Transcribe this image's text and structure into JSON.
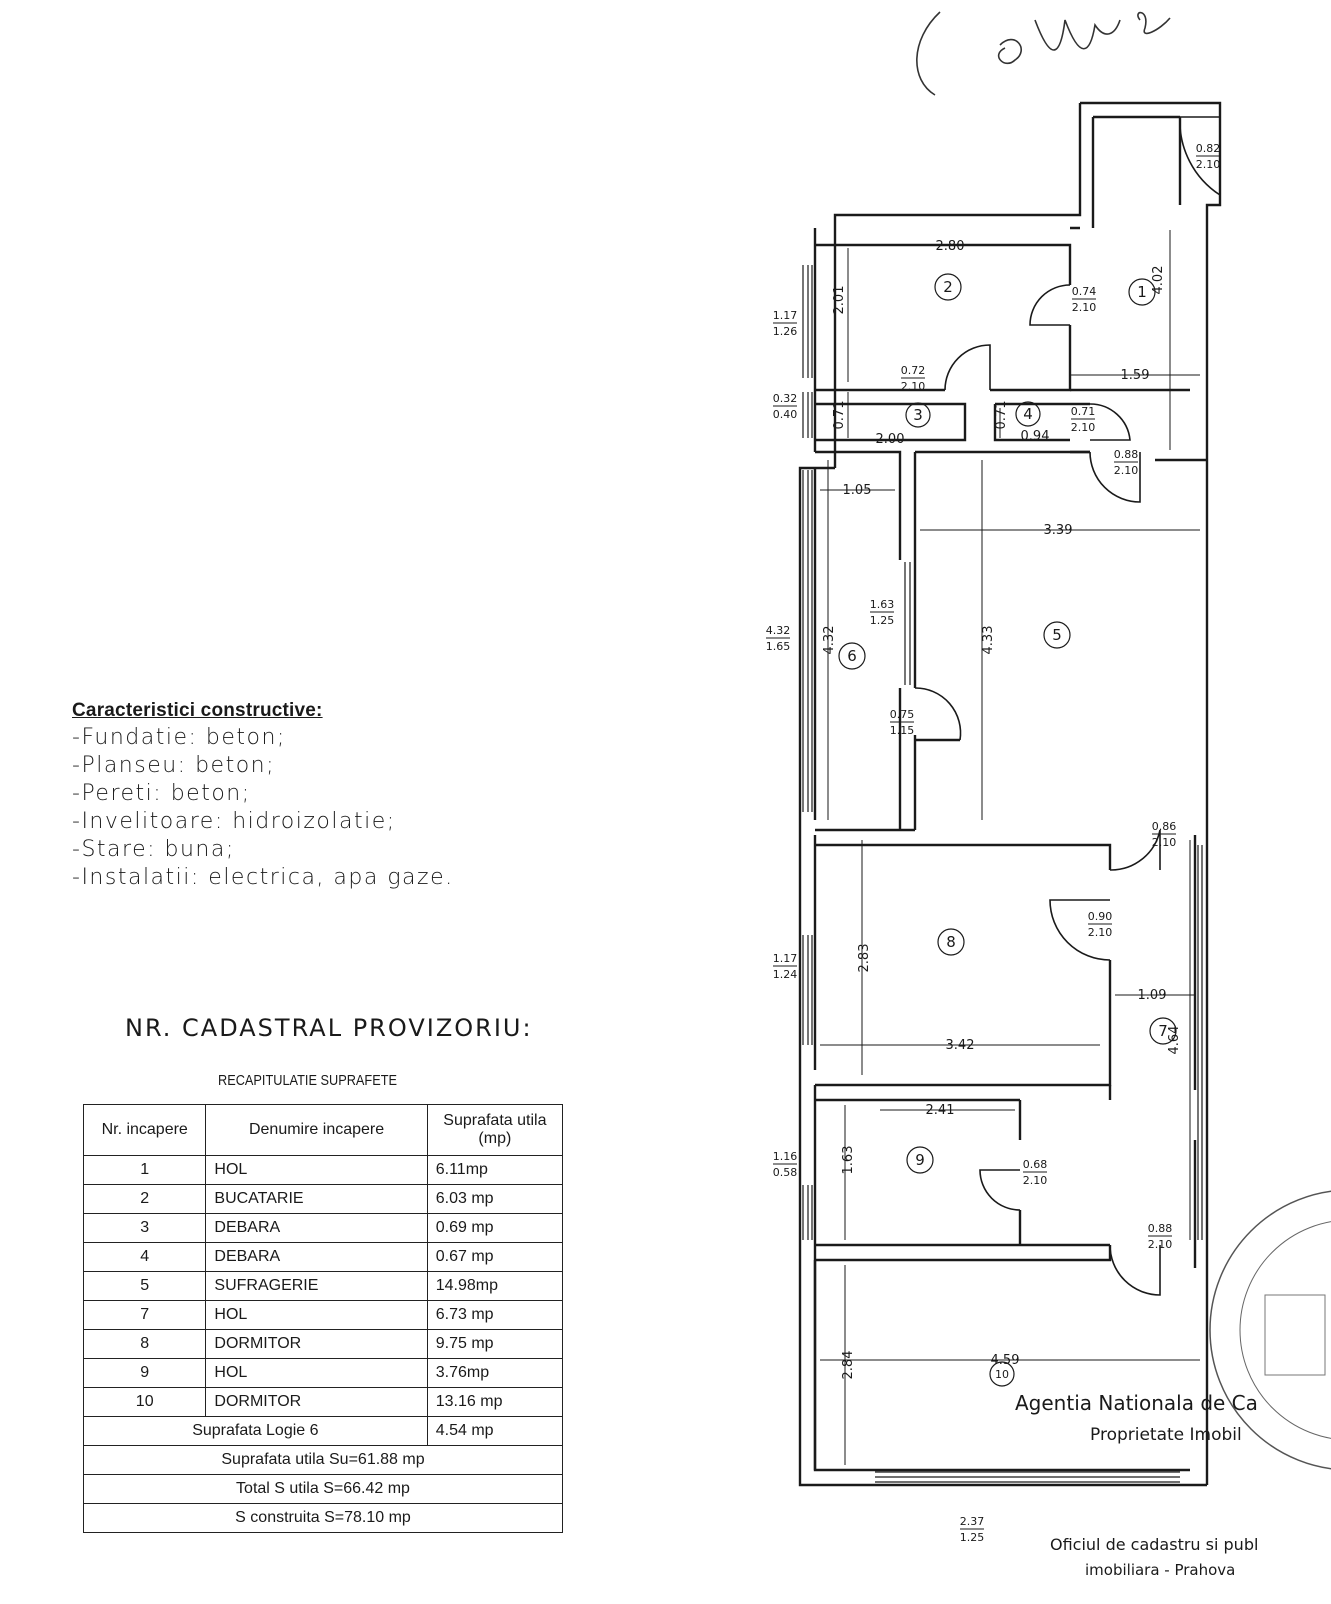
{
  "specs": {
    "title": "Caracteristici constructive:",
    "items": [
      "-Fundatie: beton;",
      "-Planseu: beton;",
      "-Pereti: beton;",
      "-Invelitoare: hidroizolatie;",
      "-Stare: buna;",
      "-Instalatii: electrica, apa gaze."
    ]
  },
  "cadastral": "NR. CADASTRAL PROVIZORIU:",
  "recap_title": "RECAPITULATIE SUPRAFETE",
  "table": {
    "headers": [
      "Nr. incapere",
      "Denumire incapere",
      "Suprafata utila (mp)"
    ],
    "rows": [
      {
        "nr": "1",
        "name": "HOL",
        "area": "6.11mp"
      },
      {
        "nr": "2",
        "name": "BUCATARIE",
        "area": "6.03 mp"
      },
      {
        "nr": "3",
        "name": "DEBARA",
        "area": "0.69 mp"
      },
      {
        "nr": "4",
        "name": "DEBARA",
        "area": "0.67 mp"
      },
      {
        "nr": "5",
        "name": "SUFRAGERIE",
        "area": "14.98mp"
      },
      {
        "nr": "7",
        "name": "HOL",
        "area": "6.73 mp"
      },
      {
        "nr": "8",
        "name": "DORMITOR",
        "area": "9.75 mp"
      },
      {
        "nr": "9",
        "name": "HOL",
        "area": "3.76mp"
      },
      {
        "nr": "10",
        "name": "DORMITOR",
        "area": "13.16 mp"
      }
    ],
    "logie_label": "Suprafata Logie 6",
    "logie_area": "4.54 mp",
    "su": "Suprafata utila Su=61.88 mp",
    "total": "Total S utila     S=66.42 mp",
    "constructed": "S construita   S=78.10 mp"
  },
  "plan": {
    "rooms": [
      "1",
      "2",
      "3",
      "4",
      "5",
      "6",
      "7",
      "8",
      "9",
      "10"
    ],
    "dims": [
      "2.80",
      "4.02",
      "2.01",
      "1.59",
      "0.71",
      "2.00",
      "0.71",
      "0.94",
      "1.05",
      "3.39",
      "4.32",
      "4.33",
      "2.83",
      "3.42",
      "1.09",
      "4.64",
      "2.41",
      "1.63",
      "2.84",
      "4.59"
    ],
    "openings": [
      {
        "top": "0.82",
        "bottom": "2.10"
      },
      {
        "top": "0.74",
        "bottom": "2.10"
      },
      {
        "top": "1.17",
        "bottom": "1.26"
      },
      {
        "top": "0.72",
        "bottom": "2.10"
      },
      {
        "top": "0.32",
        "bottom": "0.40"
      },
      {
        "top": "0.71",
        "bottom": "2.10"
      },
      {
        "top": "0.88",
        "bottom": "2.10"
      },
      {
        "top": "1.63",
        "bottom": "1.25"
      },
      {
        "top": "4.32",
        "bottom": "1.65"
      },
      {
        "top": "0.75",
        "bottom": "1.15"
      },
      {
        "top": "0.86",
        "bottom": "2.10"
      },
      {
        "top": "0.90",
        "bottom": "2.10"
      },
      {
        "top": "1.17",
        "bottom": "1.24"
      },
      {
        "top": "1.16",
        "bottom": "0.58"
      },
      {
        "top": "0.68",
        "bottom": "2.10"
      },
      {
        "top": "0.88",
        "bottom": "2.10"
      },
      {
        "top": "2.37",
        "bottom": "1.25"
      }
    ],
    "stamp_lines": [
      "Agentia Nationala de Ca",
      "Proprietate Imobil",
      "Oficiul de cadastru si publ",
      "imobiliara - Prahova"
    ]
  }
}
